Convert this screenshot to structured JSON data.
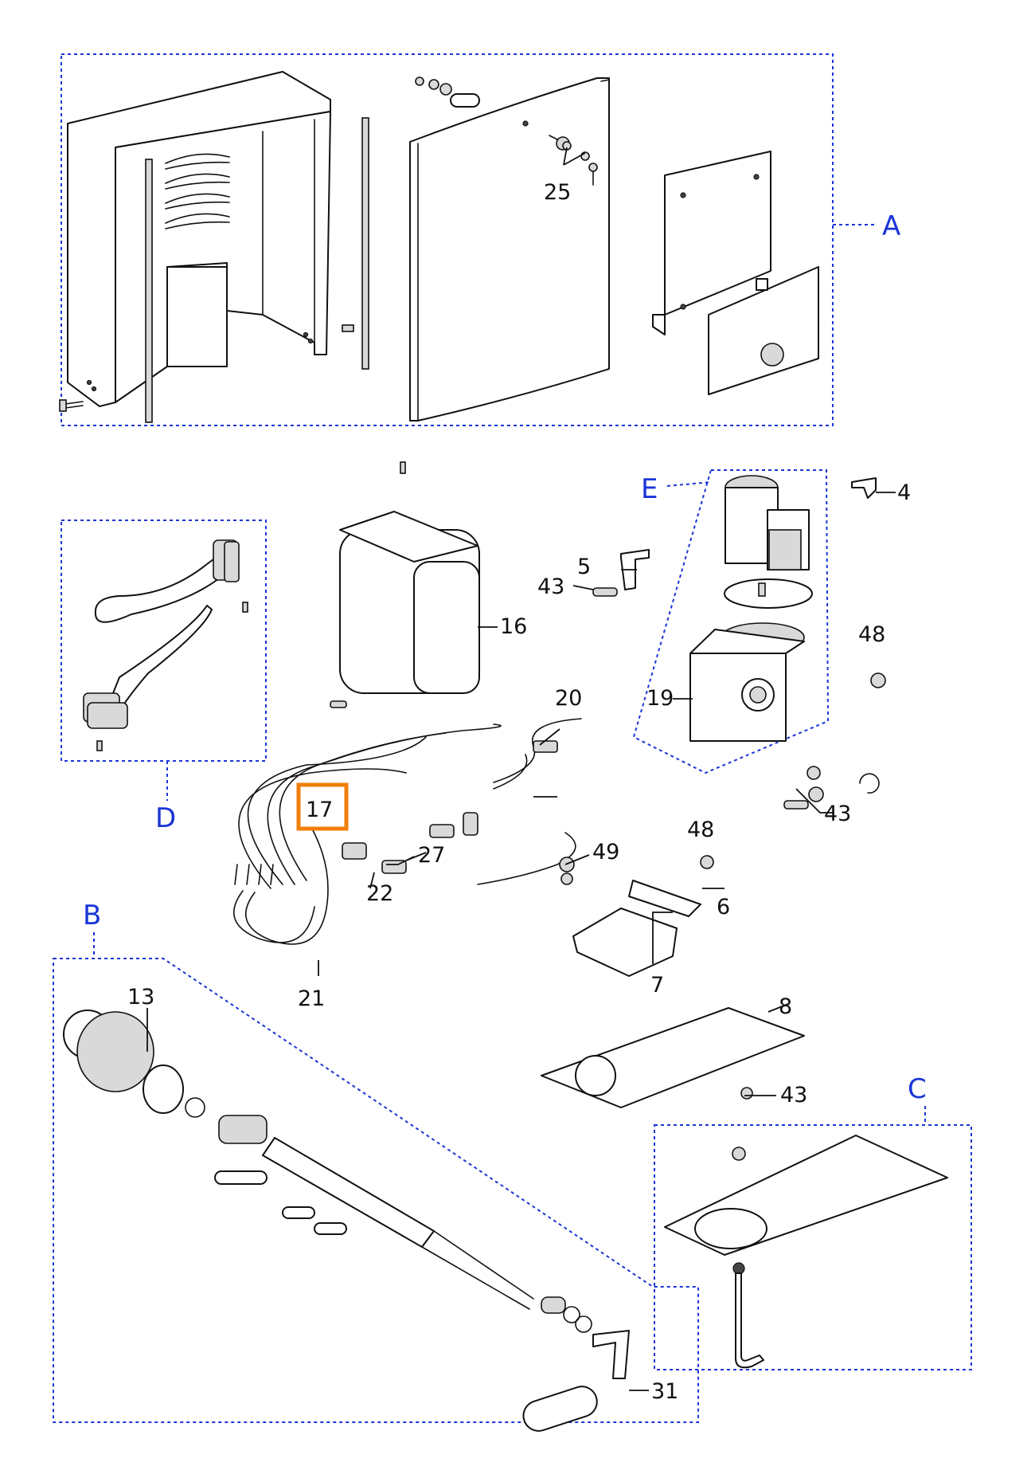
{
  "theme": {
    "frame_color": "#1a35d6",
    "highlight_color": "#f07f0a",
    "line_color": "#111111"
  },
  "group_letters": {
    "A": "A",
    "B": "B",
    "C": "C",
    "D": "D",
    "E": "E"
  },
  "part_numbers": {
    "p4": "4",
    "p5": "5",
    "p6": "6",
    "p7": "7",
    "p8": "8",
    "p13": "13",
    "p16": "16",
    "p17": "17",
    "p19": "19",
    "p20": "20",
    "p21": "21",
    "p22": "22",
    "p25": "25",
    "p27": "27",
    "p31": "31",
    "p43a": "43",
    "p43b": "43",
    "p43c": "43",
    "p48a": "48",
    "p48b": "48",
    "p49": "49"
  },
  "highlighted_part": "17"
}
